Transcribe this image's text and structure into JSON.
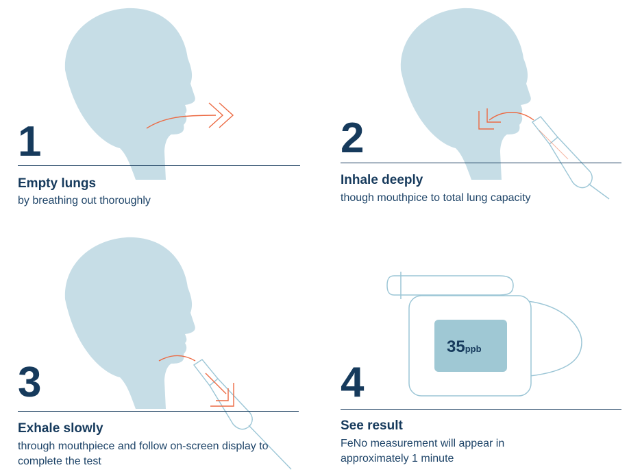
{
  "steps": [
    {
      "number": "1",
      "title": "Empty lungs",
      "description": "by breathing out thoroughly"
    },
    {
      "number": "2",
      "title": "Inhale deeply",
      "description": "though mouthpice to total lung capacity"
    },
    {
      "number": "3",
      "title": "Exhale slowly",
      "description": "through mouthpiece and follow on-screen display to complete the test"
    },
    {
      "number": "4",
      "title": "See result",
      "description": "FeNo measurement will appear in approximately 1 minute"
    }
  ],
  "device_display": {
    "value": "35",
    "unit": "ppb"
  },
  "icons": [
    "head-silhouette-icon",
    "exhale-arrow-icon",
    "inhale-arrow-icon",
    "mouthpiece-icon",
    "feno-device-icon"
  ],
  "colors": {
    "head": "#c6dde6",
    "accent": "#ec6a43",
    "navy": "#163a5c",
    "device_outline": "#9cc6d6",
    "screen": "#9fc8d4"
  }
}
